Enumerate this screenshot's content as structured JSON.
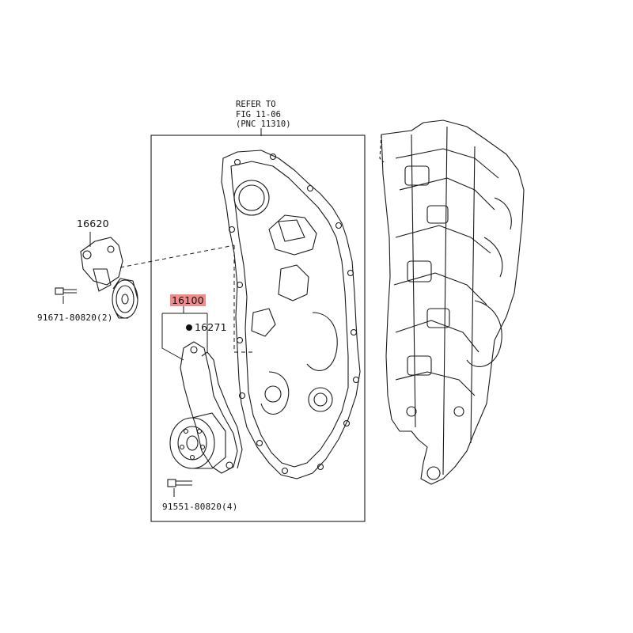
{
  "reference_note": {
    "line1": "REFER TO",
    "line2": "FIG 11-06",
    "line3": "(PNC 11310)"
  },
  "callouts": {
    "tensioner": "16620",
    "tensioner_bolt": "91671-80820(2)",
    "water_pump_assy": "16100",
    "gasket": "16271",
    "pump_bolt": "91551-80820(4)"
  },
  "colors": {
    "line": "#1a1a1a",
    "highlight": "#f28b8b",
    "background": "#ffffff"
  }
}
